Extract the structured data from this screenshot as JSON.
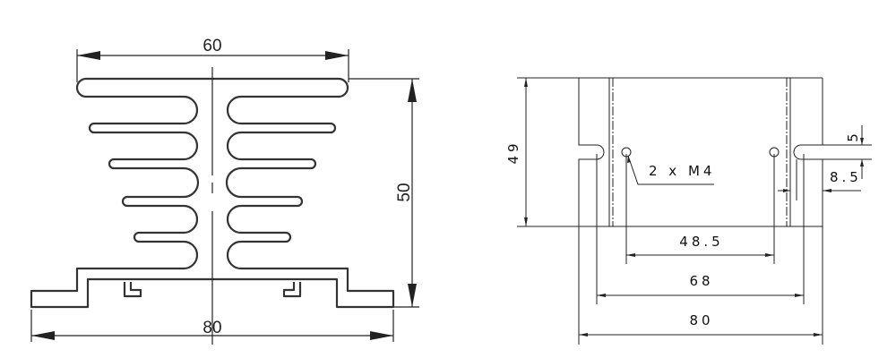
{
  "front_view": {
    "dim_top_width": "60",
    "dim_height": "50",
    "dim_base_width": "80"
  },
  "top_view": {
    "dim_height": "49",
    "hole_callout": "2 x M4",
    "dim_hole_spacing": "48.5",
    "dim_slot_spacing": "68",
    "dim_overall_width": "80",
    "dim_slot_width": "5",
    "dim_slot_depth": "8.5"
  }
}
